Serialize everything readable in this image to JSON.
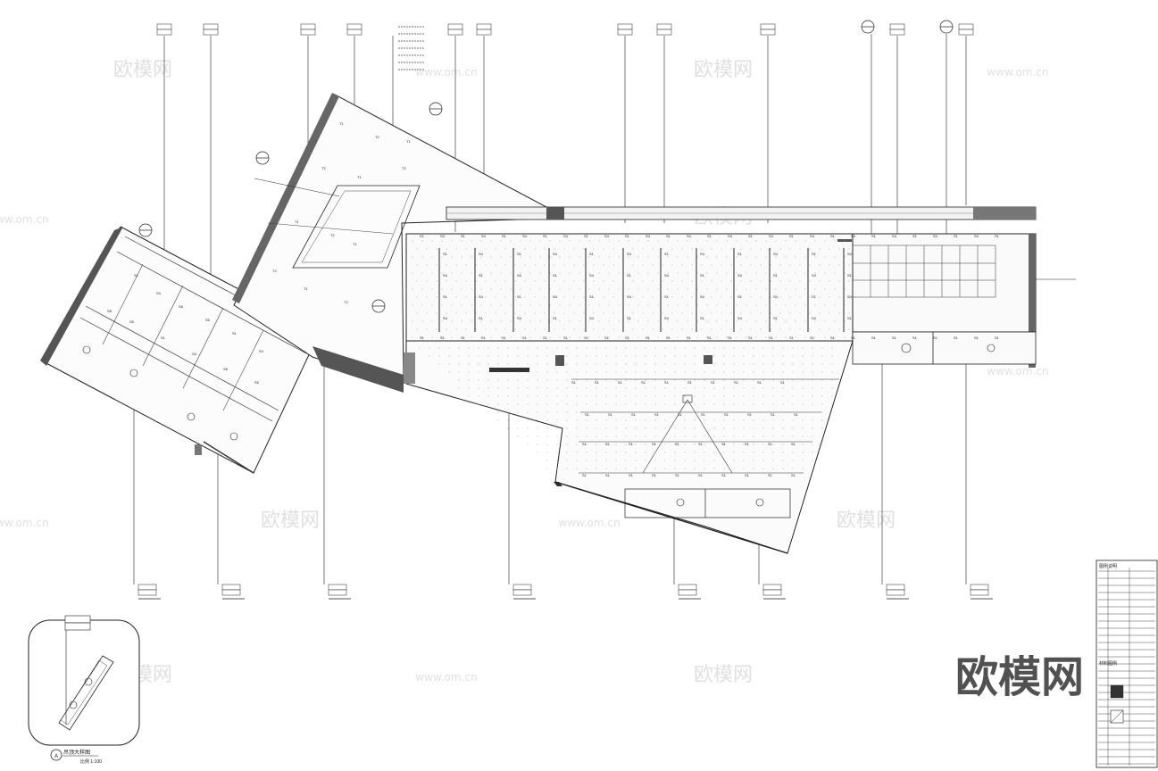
{
  "drawing": {
    "title": "",
    "inset_caption": "吊顶大样图",
    "inset_marker": "A",
    "inset_scale": "比例 1:100",
    "section_marks": [
      "S1",
      "S4",
      "T1",
      "T2",
      "S8",
      "S5"
    ],
    "watermarks": [
      "欧模网",
      "www.om.cn"
    ],
    "brand_watermark": "欧模网"
  },
  "legend": {
    "header_1": "图例说明",
    "header_2": "材料图例",
    "rows": [
      "",
      "",
      "",
      "",
      "",
      "",
      "",
      "",
      "",
      "",
      "",
      "",
      "",
      ""
    ]
  }
}
